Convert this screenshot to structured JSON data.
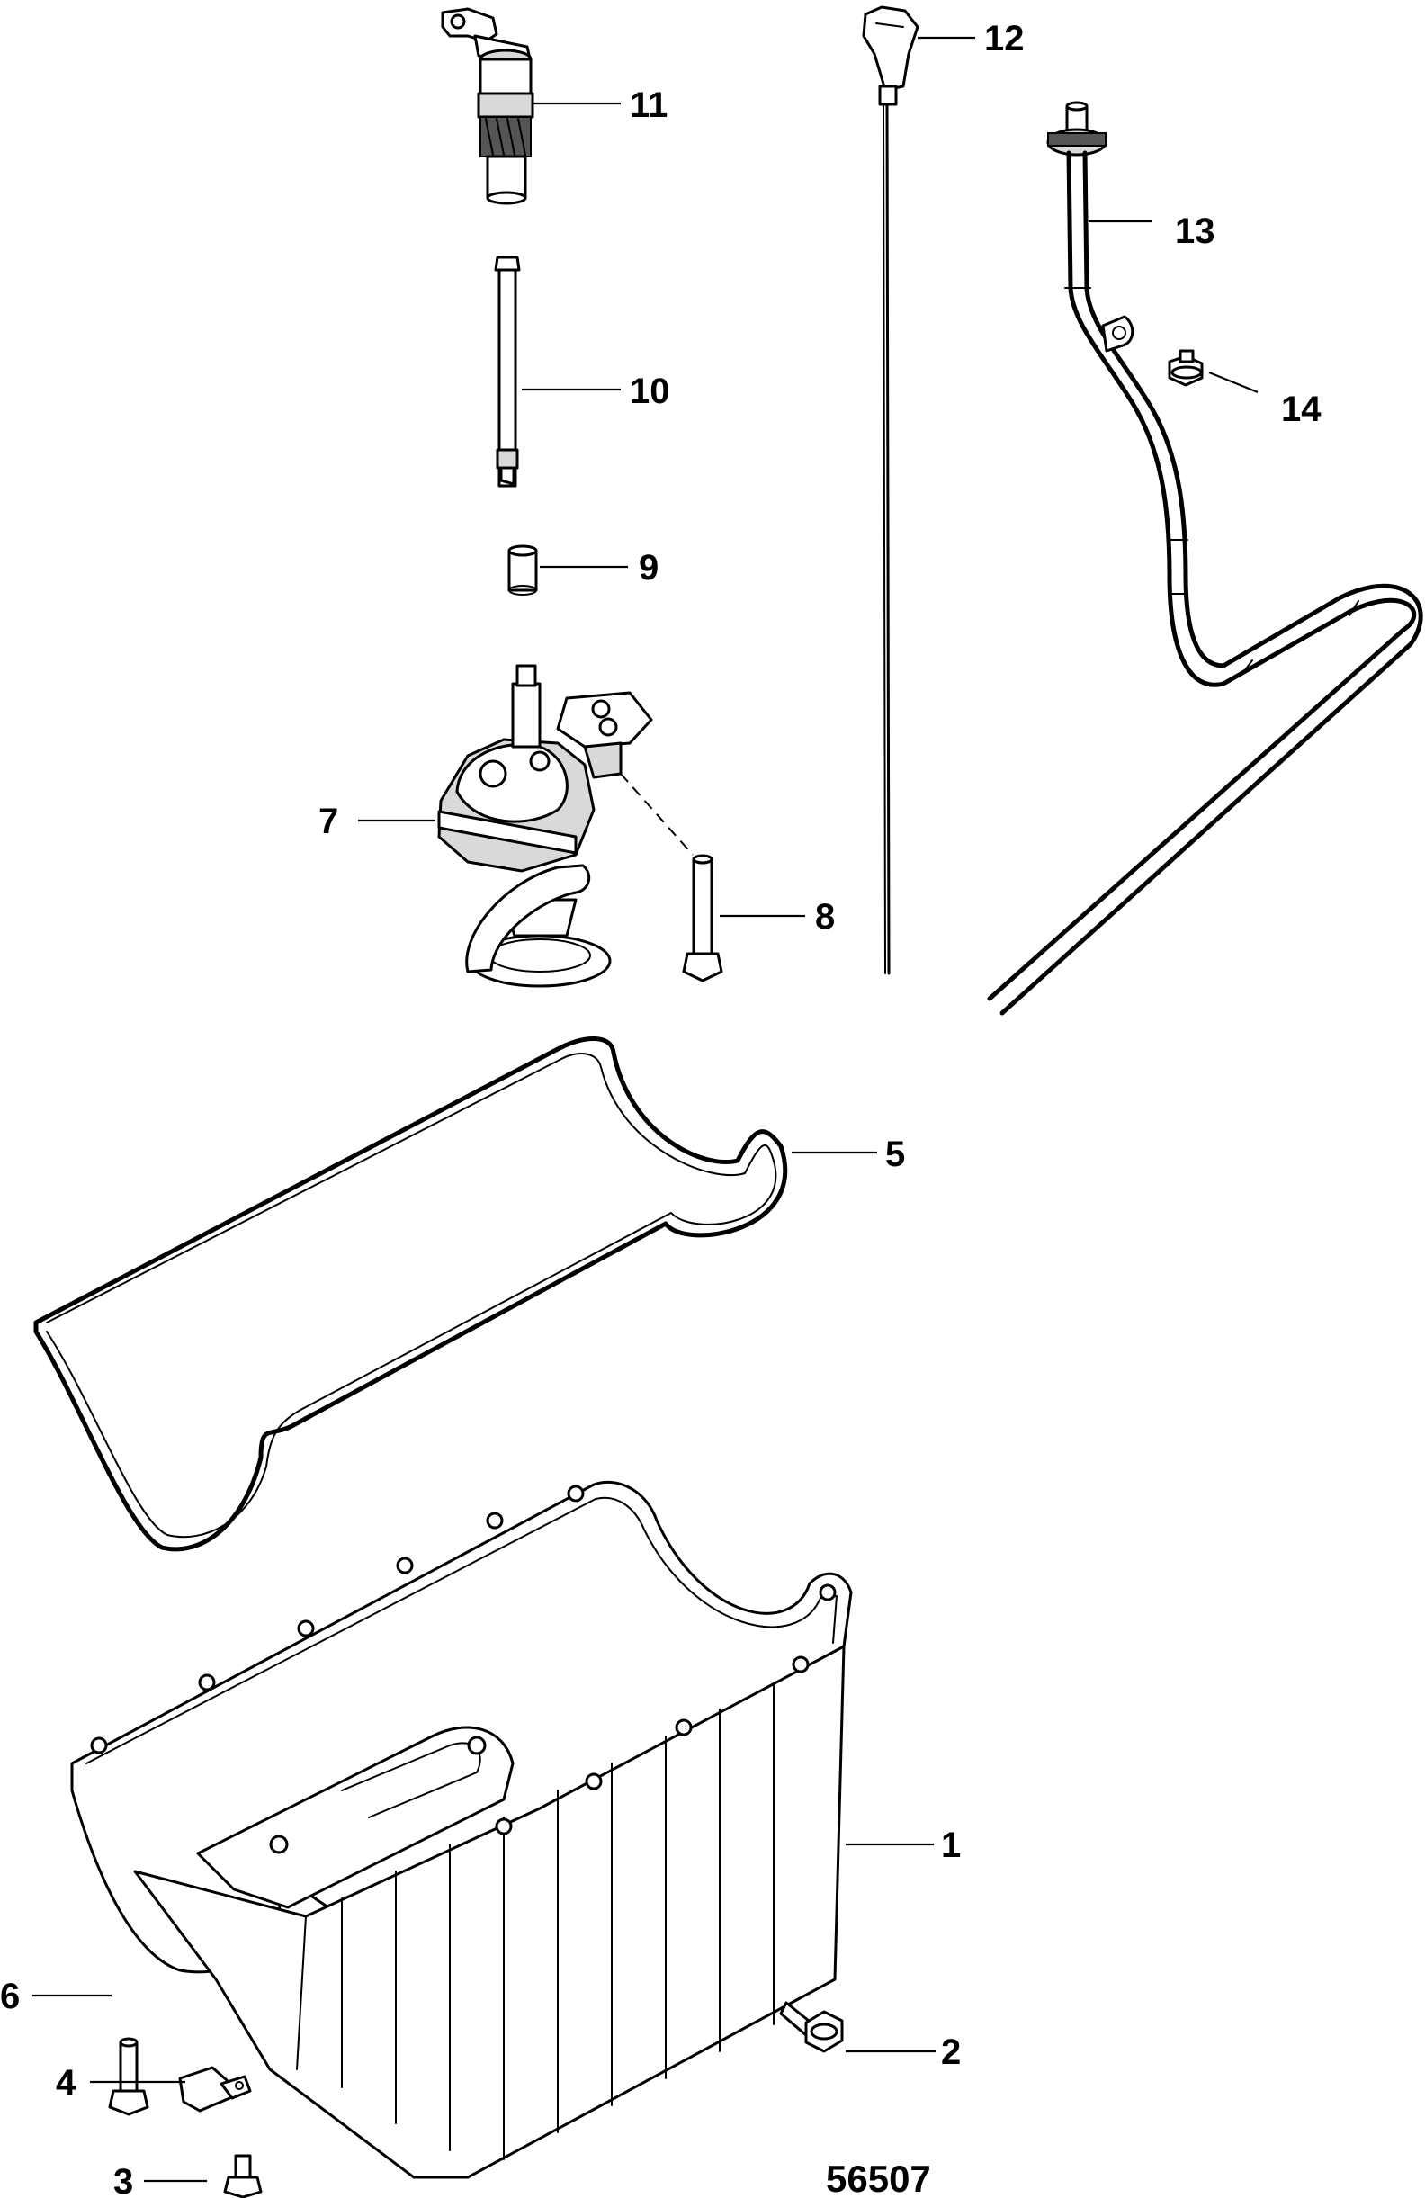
{
  "diagram": {
    "document_number": "56507",
    "callouts": [
      {
        "id": "1",
        "part": "oil-pan"
      },
      {
        "id": "2",
        "part": "screw"
      },
      {
        "id": "3",
        "part": "stud"
      },
      {
        "id": "4",
        "part": "clip"
      },
      {
        "id": "5",
        "part": "gasket"
      },
      {
        "id": "6",
        "part": "stud"
      },
      {
        "id": "7",
        "part": "oil-pump"
      },
      {
        "id": "8",
        "part": "bolt"
      },
      {
        "id": "9",
        "part": "bushing"
      },
      {
        "id": "10",
        "part": "shaft"
      },
      {
        "id": "11",
        "part": "drive"
      },
      {
        "id": "12",
        "part": "dipstick"
      },
      {
        "id": "13",
        "part": "dipstick-tube"
      },
      {
        "id": "14",
        "part": "screw"
      }
    ]
  }
}
